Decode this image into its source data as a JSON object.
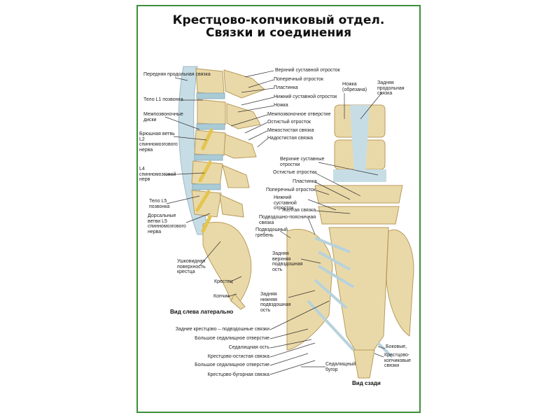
{
  "title": {
    "line1": "Крестцово-копчиковый отдел.",
    "line2": "Связки и соединения"
  },
  "lateral_view": {
    "caption": "Вид слева латерально",
    "left_labels": [
      "Передняя продольная связка",
      "Тело L1 позвонка",
      "Межпозвоночные диски",
      "Брюшная ветвь L2 спинномозгового нерва",
      "L4 спинномозговой нерв",
      "Тело L5 позвонка",
      "Дорсальные ветви L5 спинномозгового нерва",
      "Ушковидная поверхность крестца",
      "Крестец",
      "Копчик"
    ],
    "right_labels": [
      "Верхний суставной отросток",
      "Поперечный отросток",
      "Пластинка",
      "Нижний суставной отросток",
      "Ножка",
      "Межпозвоночное отверстие",
      "Остистый отросток",
      "Межостистая связка",
      "Надостистая связка"
    ]
  },
  "posterior_view": {
    "caption": "Вид сзади",
    "labels": [
      "Ножка (обрезана)",
      "Задняя продольная связка",
      "Верхние суставные отростки",
      "Остистые отростки",
      "Пластинка",
      "Поперечный отросток",
      "Нижний суставной отросток",
      "Желтая связка",
      "Подвздошно-поясничная связка",
      "Подвздошный гребень",
      "Задняя верхняя подвздошная ость",
      "Задняя нижняя подвздошная ость",
      "Седалищный бугор",
      "Боковые,",
      "Крестцово-копчиковые связки"
    ],
    "bottom_labels": [
      "Задние крестцово – подвздошные связки",
      "Большое седалищное отверстие",
      "Седалищная ость",
      "Крестцово-остистая связка",
      "Большое седалищное отверстие",
      "Крестцово-бугорная связка"
    ]
  },
  "colors": {
    "border": "#3c8f3c",
    "bone": "#ead9a8",
    "ligament": "#c7dde6",
    "nerve": "#e3c550"
  }
}
